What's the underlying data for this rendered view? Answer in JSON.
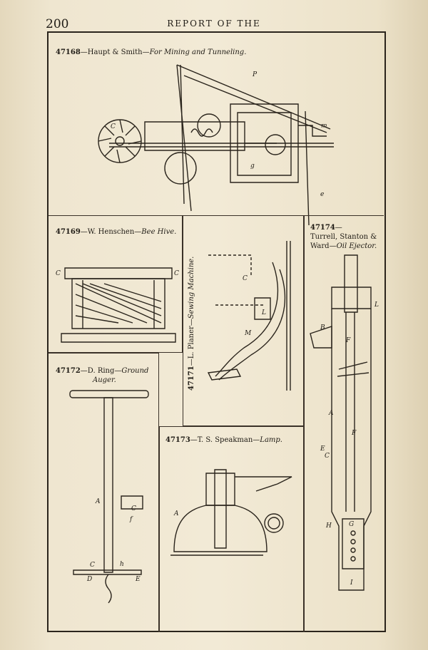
{
  "header": {
    "page_number": "200",
    "running_title": "REPORT OF THE"
  },
  "figures": {
    "f47168": {
      "number": "47168",
      "name": "Haupt & Smith",
      "subject": "For Mining and Tunneling."
    },
    "f47169": {
      "number": "47169",
      "name": "W. Henschen",
      "subject": "Bee Hive."
    },
    "f47171": {
      "number": "47171",
      "name": "L. Planer",
      "subject": "Sewing Machine."
    },
    "f47172": {
      "number": "47172",
      "name": "D. Ring",
      "subject_line1": "Ground",
      "subject_line2": "Auger."
    },
    "f47173": {
      "number": "47173",
      "name": "T. S. Speakman",
      "subject": "Lamp."
    },
    "f47174": {
      "number": "47174",
      "name_line1": "Turrell, Stanton &",
      "name_line2": "Ward",
      "subject": "Oil Ejector."
    }
  },
  "labels": {
    "p": "P",
    "c1": "C",
    "g": "g",
    "m": "m",
    "e": "e",
    "c2": "C",
    "c3": "C",
    "l1": "L",
    "c4": "C",
    "m2": "M",
    "a1": "A",
    "c5": "C",
    "f1": "f",
    "c6": "C",
    "h": "h",
    "d": "D",
    "e2": "E",
    "a2": "A",
    "l2": "L",
    "b": "B",
    "f2": "F",
    "a3": "A",
    "e3": "E",
    "c7": "C",
    "f3": "F",
    "h2": "H",
    "g2": "G",
    "i1": "I"
  }
}
